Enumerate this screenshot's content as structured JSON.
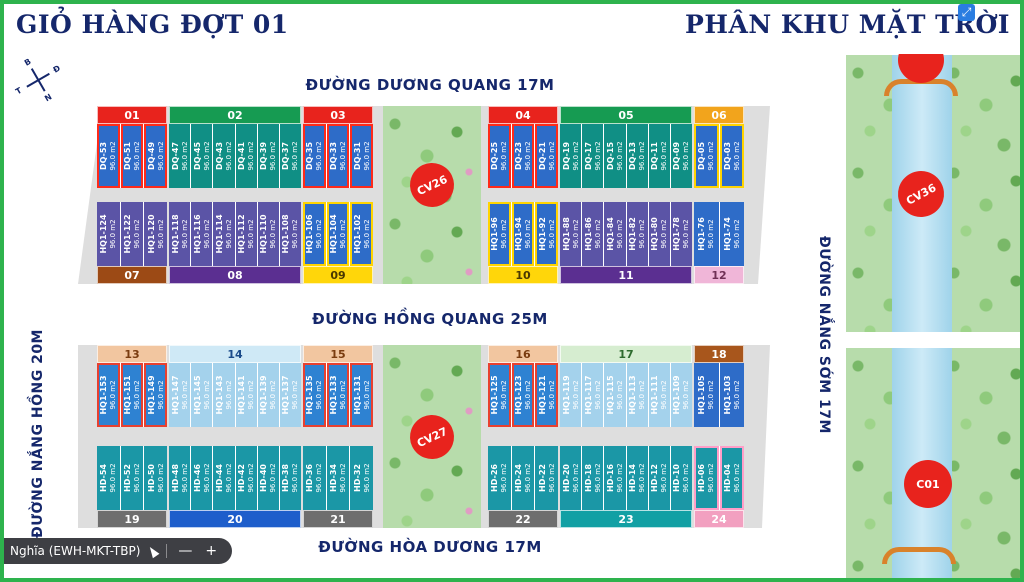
{
  "header": {
    "title_left": "GIỎ HÀNG ĐỢT 01",
    "title_right": "PHÂN KHU MẶT TRỜI"
  },
  "streets": {
    "top": "ĐƯỜNG DƯƠNG QUANG 17M",
    "middle": "ĐƯỜNG HỒNG QUANG 25M",
    "bottom": "ĐƯỜNG HÒA DƯƠNG 17M",
    "left": "ĐƯỜNG NẮNG HỒNG 20M",
    "right": "ĐƯỜNG NẮNG SỚM 17M"
  },
  "compass": {
    "north": "B",
    "east": "Đ",
    "south": "N",
    "west": "T"
  },
  "area_label": "96.0 m2",
  "parks": {
    "cv26": "CV26",
    "cv27": "CV27",
    "cv36": "CV36",
    "c01": "C01"
  },
  "colors": {
    "accent_red": "#e8231d",
    "navy": "#15276b",
    "border_green": "#2eb34d"
  },
  "blocks": [
    {
      "no": "01",
      "header_bg": "#e8231d",
      "header_fg": "#ffffff",
      "lot_bg": "#2e6cc8",
      "lot_border": "#ff2a1a",
      "lots": [
        "DQ-53",
        "DQ-51",
        "DQ-49"
      ]
    },
    {
      "no": "02",
      "header_bg": "#169b52",
      "header_fg": "#ffffff",
      "lot_bg": "#108f85",
      "lots": [
        "DQ-47",
        "DQ-45",
        "DQ-43",
        "DQ-41",
        "DQ-39",
        "DQ-37"
      ]
    },
    {
      "no": "03",
      "header_bg": "#e8231d",
      "header_fg": "#ffffff",
      "lot_bg": "#2e6cc8",
      "lot_border": "#ff2a1a",
      "lots": [
        "DQ-35",
        "DQ-33",
        "DQ-31"
      ]
    },
    {
      "no": "04",
      "header_bg": "#e8231d",
      "header_fg": "#ffffff",
      "lot_bg": "#2e6cc8",
      "lot_border": "#ff2a1a",
      "lots": [
        "DQ-25",
        "DQ-23",
        "DQ-21"
      ]
    },
    {
      "no": "05",
      "header_bg": "#169b52",
      "header_fg": "#ffffff",
      "lot_bg": "#108f85",
      "lots": [
        "DQ-19",
        "DQ-17",
        "DQ-15",
        "DQ-13",
        "DQ-11",
        "DQ-09"
      ]
    },
    {
      "no": "06",
      "header_bg": "#f2a41c",
      "header_fg": "#ffffff",
      "lot_bg": "#2e6cc8",
      "lot_border": "#ffd400",
      "lots": [
        "DQ-05",
        "DQ-03"
      ]
    },
    {
      "no": "07",
      "header_bg": "#9c4a15",
      "header_fg": "#ffffff",
      "lot_bg": "#5b54a6",
      "lots": [
        "HQ1-124",
        "HQ1-122",
        "HQ1-120"
      ]
    },
    {
      "no": "08",
      "header_bg": "#5b2f91",
      "header_fg": "#ffffff",
      "lot_bg": "#5b54a6",
      "lots": [
        "HQ1-118",
        "HQ1-116",
        "HQ1-114",
        "HQ1-112",
        "HQ1-110",
        "HQ1-108"
      ]
    },
    {
      "no": "09",
      "header_bg": "#ffd60a",
      "header_fg": "#4a3800",
      "lot_bg": "#2e6cc8",
      "lot_border": "#ffd400",
      "lots": [
        "HQ1-106",
        "HQ1-104",
        "HQ1-102"
      ]
    },
    {
      "no": "10",
      "header_bg": "#ffd60a",
      "header_fg": "#4a3800",
      "lot_bg": "#2e6cc8",
      "lot_border": "#ffd400",
      "lots": [
        "HQ1-96",
        "HQ1-94",
        "HQ1-92"
      ]
    },
    {
      "no": "11",
      "header_bg": "#5b2f91",
      "header_fg": "#ffffff",
      "lot_bg": "#5b54a6",
      "lots": [
        "HQ1-88",
        "HQ1-86",
        "HQ1-84",
        "HQ1-82",
        "HQ1-80",
        "HQ1-78"
      ]
    },
    {
      "no": "12",
      "header_bg": "#f0b6d8",
      "header_fg": "#703055",
      "lot_bg": "#2e6cc8",
      "lots": [
        "HQ1-76",
        "HQ1-74"
      ]
    },
    {
      "no": "13",
      "header_bg": "#f2c6a0",
      "header_fg": "#7a3c10",
      "lot_bg": "#2e82d2",
      "lot_border": "#e84030",
      "lots": [
        "HQ1-153",
        "HQ1-151",
        "HQ1-149"
      ]
    },
    {
      "no": "14",
      "header_bg": "#cfe9f6",
      "header_fg": "#1b4b8a",
      "lot_bg": "#a4d2ec",
      "lots": [
        "HQ1-147",
        "HQ1-145",
        "HQ1-143",
        "HQ1-141",
        "HQ1-139",
        "HQ1-137"
      ]
    },
    {
      "no": "15",
      "header_bg": "#f2c6a0",
      "header_fg": "#7a3c10",
      "lot_bg": "#2e82d2",
      "lot_border": "#e84030",
      "lots": [
        "HQ1-135",
        "HQ1-133",
        "HQ1-131"
      ]
    },
    {
      "no": "16",
      "header_bg": "#f2c6a0",
      "header_fg": "#7a3c10",
      "lot_bg": "#2e82d2",
      "lot_border": "#e84030",
      "lots": [
        "HQ1-125",
        "HQ1-123",
        "HQ1-121"
      ]
    },
    {
      "no": "17",
      "header_bg": "#d6edd0",
      "header_fg": "#2d6b2d",
      "lot_bg": "#a4d2ec",
      "lots": [
        "HQ1-119",
        "HQ1-117",
        "HQ1-115",
        "HQ1-113",
        "HQ1-111",
        "HQ1-109"
      ]
    },
    {
      "no": "18",
      "header_bg": "#a8561c",
      "header_fg": "#ffffff",
      "lot_bg": "#2e6cc8",
      "lots": [
        "HQ1-105",
        "HQ1-103"
      ]
    },
    {
      "no": "19",
      "header_bg": "#6e6e6e",
      "header_fg": "#ffffff",
      "lot_bg": "#1b97a6",
      "lots": [
        "HD-54",
        "HD-52",
        "HD-50"
      ]
    },
    {
      "no": "20",
      "header_bg": "#1e5ecb",
      "header_fg": "#ffffff",
      "lot_bg": "#1b97a6",
      "lots": [
        "HD-48",
        "HD-46",
        "HD-44",
        "HD-42",
        "HD-40",
        "HD-38"
      ]
    },
    {
      "no": "21",
      "header_bg": "#6e6e6e",
      "header_fg": "#ffffff",
      "lot_bg": "#1b97a6",
      "lots": [
        "HD-36",
        "HD-34",
        "HD-32"
      ]
    },
    {
      "no": "22",
      "header_bg": "#6e6e6e",
      "header_fg": "#ffffff",
      "lot_bg": "#1b97a6",
      "lots": [
        "HD-26",
        "HD-24",
        "HD-22"
      ]
    },
    {
      "no": "23",
      "header_bg": "#12a0a4",
      "header_fg": "#ffffff",
      "lot_bg": "#1b97a6",
      "lots": [
        "HD-20",
        "HD-18",
        "HD-16",
        "HD-14",
        "HD-12",
        "HD-10"
      ]
    },
    {
      "no": "24",
      "header_bg": "#f2a0c0",
      "header_fg": "#ffffff",
      "lot_bg": "#1b97a6",
      "lot_border": "#ff9ec8",
      "lots": [
        "HD-06",
        "HD-04"
      ]
    }
  ],
  "overlay": {
    "user": "Nghĩa (EWH-MKT-TBP)",
    "zoom_out": "—",
    "zoom_in": "+"
  }
}
